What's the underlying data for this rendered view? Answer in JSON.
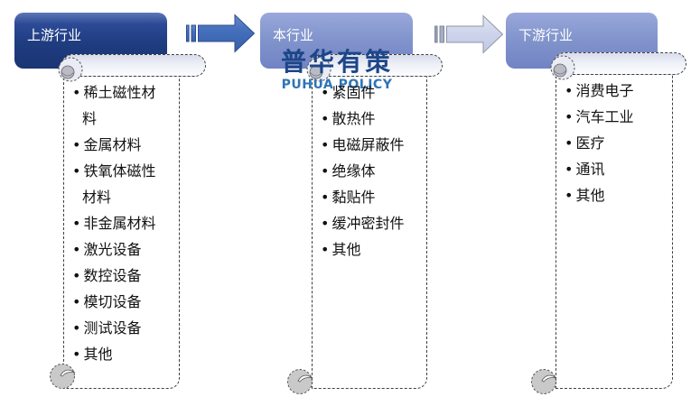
{
  "watermark": {
    "cn": "普华有策",
    "en": "PUHUA POLICY"
  },
  "columns": [
    {
      "header": "上游行业",
      "items": [
        "稀土磁性材料",
        "金属材料",
        "铁氧体磁性材料",
        "非金属材料",
        "激光设备",
        "数控设备",
        "模切设备",
        "测试设备",
        "其他"
      ]
    },
    {
      "header": "本行业",
      "items": [
        "紧固件",
        "散热件",
        "电磁屏蔽件",
        "绝缘体",
        "黏贴件",
        "缓冲密封件",
        "其他"
      ]
    },
    {
      "header": "下游行业",
      "items": [
        "消费电子",
        "汽车工业",
        "医疗",
        "通讯",
        "其他"
      ]
    }
  ],
  "bullet": "•",
  "colors": {
    "upstream_header": "#1f3c80",
    "mid_downstream_header": "#8295cc",
    "arrow_solid_blue": "#4470bd",
    "arrow_light_blue": "#ccd3ea",
    "watermark_cn": "#1d4689",
    "watermark_en": "#2e74b5",
    "list_text": "#121212"
  }
}
